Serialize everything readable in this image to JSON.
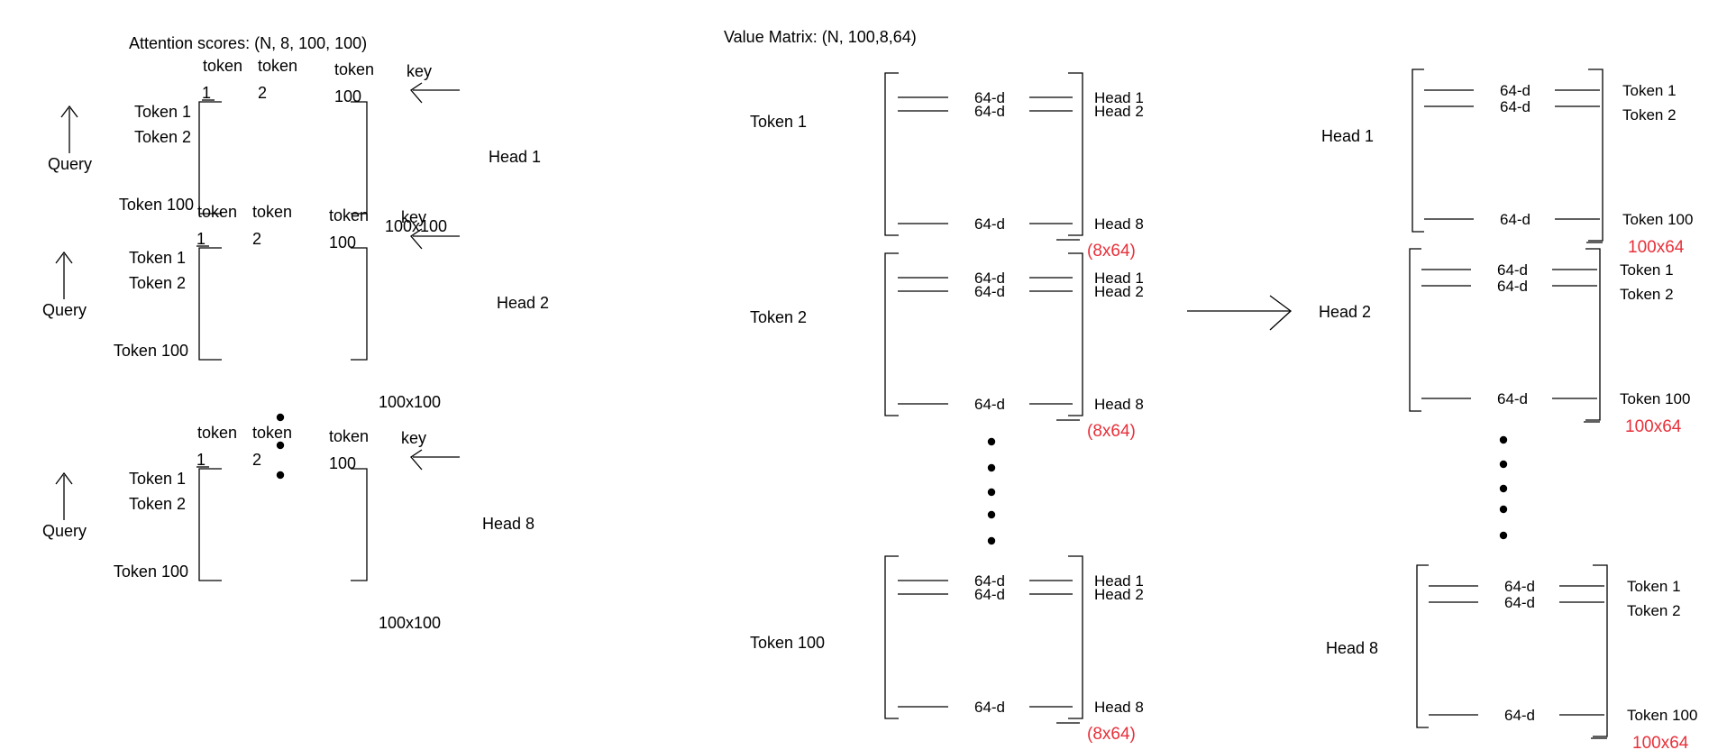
{
  "attention": {
    "title": "Attention scores: (N, 8, 100, 100)",
    "blocks": [
      {
        "head": "Head 1",
        "size": "100x100"
      },
      {
        "head": "Head 2",
        "size": "100x100"
      },
      {
        "head": "Head 8",
        "size": "100x100"
      }
    ],
    "col_token_label": "token",
    "col_1": "1",
    "col_2": "2",
    "col_100": "100",
    "key_label": "key",
    "query_label": "Query",
    "row_1": "Token 1",
    "row_2": "Token 2",
    "row_100": "Token 100"
  },
  "value": {
    "title": "Value Matrix: (N, 100,8,64)",
    "tokens": [
      "Token 1",
      "Token 2",
      "Token 100"
    ],
    "row_label": "64-d",
    "heads": [
      "Head 1",
      "Head 2",
      "Head 8"
    ],
    "shape": "(8x64)"
  },
  "reshaped": {
    "heads": [
      "Head 1",
      "Head 2",
      "Head 8"
    ],
    "row_label": "64-d",
    "tokens": [
      "Token 1",
      "Token 2",
      "Token 100"
    ],
    "shape": "100x64"
  }
}
